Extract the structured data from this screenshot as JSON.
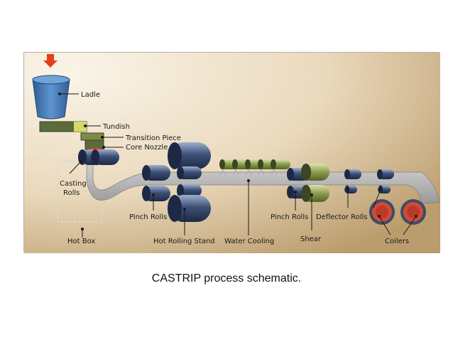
{
  "labels": {
    "ladle": "Ladle",
    "tundish": "Tundish",
    "transition_piece": "Transition Piece",
    "core_nozzle": "Core Nozzle",
    "casting_rolls_line1": "Casting",
    "casting_rolls_line2": "Rolls",
    "pinch_rolls_1": "Pinch Rolls",
    "hot_rolling_stand": "Hot Rolling Stand",
    "water_cooling": "Water Cooling",
    "pinch_rolls_2": "Pinch Rolls",
    "shear": "Shear",
    "deflector_rolls": "Deflector Rolls",
    "coilers": "Coilers",
    "hot_box": "Hot Box"
  },
  "caption": "CASTRIP process schematic.",
  "colors": {
    "background_light": "#f7f0e3",
    "background_dark": "#b89a6c",
    "ladle": "#4a7fb8",
    "arrow": "#e0401c",
    "tundish": "#5a6a3a",
    "roll": "#2c3c5c",
    "strip": "#b0b0b0",
    "coiler": "#d24a34",
    "water_cooling_roll": "#8a9a4a"
  }
}
